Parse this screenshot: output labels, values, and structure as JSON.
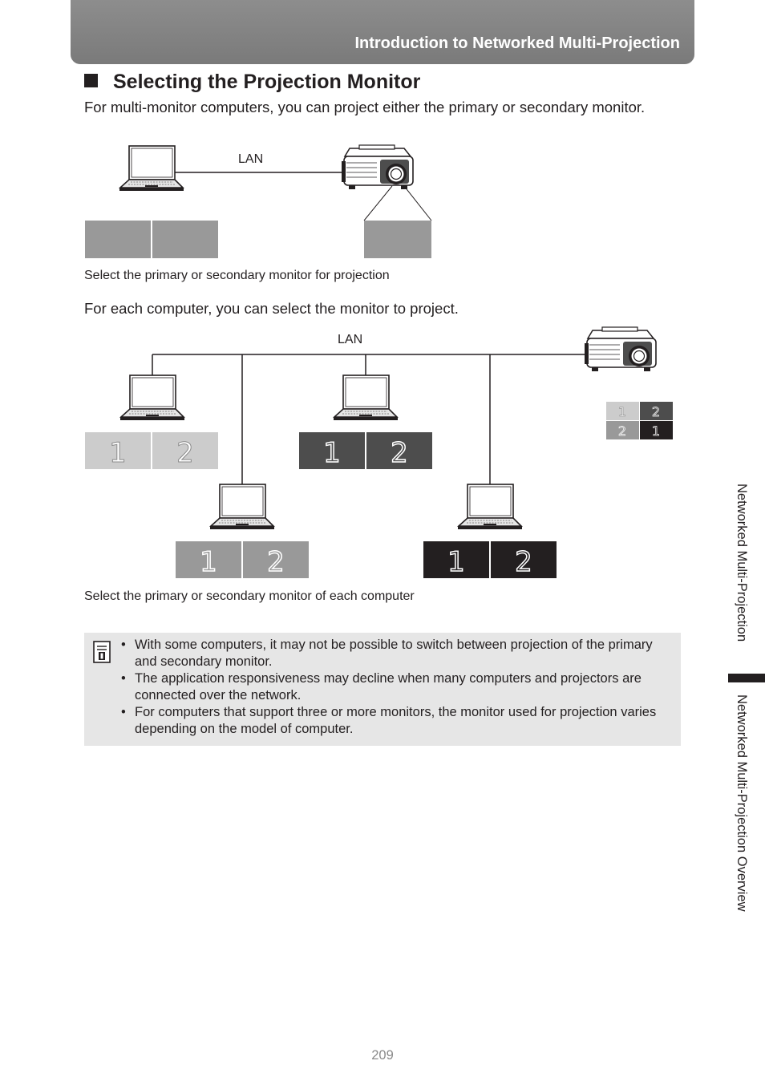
{
  "header": {
    "title": "Introduction to Networked Multi-Projection"
  },
  "section": {
    "heading": "Selecting the Projection Monitor",
    "intro": "For multi-monitor computers, you can project either the primary or secondary monitor."
  },
  "figure1": {
    "lan_label": "LAN",
    "caption": "Select the primary or secondary monitor for projection"
  },
  "body_text": "For each computer, you can select the monitor to project.",
  "figure2": {
    "lan_label": "LAN",
    "monitor_digits": [
      "1",
      "2"
    ],
    "caption": "Select the primary or secondary monitor of each computer",
    "projected_grid": [
      [
        "1",
        "2"
      ],
      [
        "2",
        "1"
      ]
    ]
  },
  "note": {
    "icon": "memo-icon",
    "items": [
      "With some computers, it may not be possible to switch between projection of the primary and secondary monitor.",
      "The application responsiveness may decline when many computers and projectors are connected over the network.",
      "For computers that support three or more monitors, the monitor used for projection varies depending on the model of computer."
    ]
  },
  "side_tabs": {
    "upper": "Networked Multi-Projection",
    "lower": "Networked Multi-Projection Overview"
  },
  "page_number": "209",
  "colors": {
    "header": "#808080",
    "note_bg": "#e6e6e6",
    "monitor_light": "#cccccc",
    "monitor_mid": "#999999",
    "monitor_dark": "#4d4d4d",
    "monitor_black": "#231f20"
  }
}
